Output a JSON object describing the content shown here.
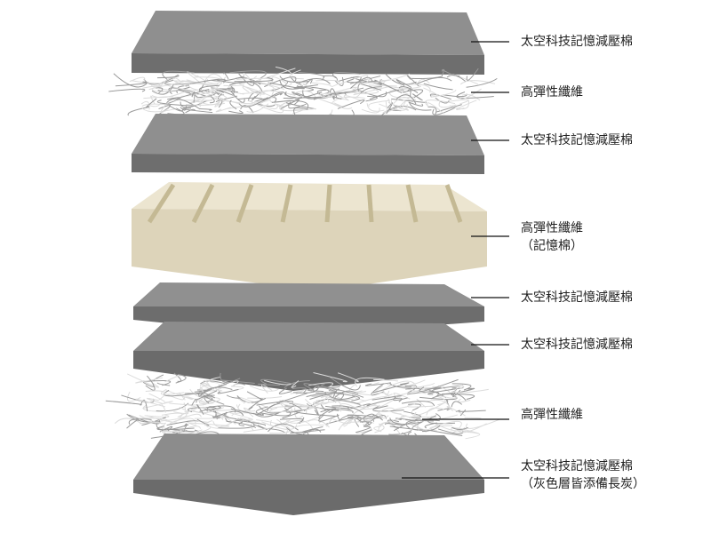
{
  "labels": [
    {
      "line1": "太空科技記憶減壓棉",
      "line2": ""
    },
    {
      "line1": "高彈性纖維",
      "line2": ""
    },
    {
      "line1": "太空科技記憶減壓棉",
      "line2": ""
    },
    {
      "line1": "高彈性纖維",
      "line2": "（記憶棉）"
    },
    {
      "line1": "太空科技記憶減壓棉",
      "line2": ""
    },
    {
      "line1": "太空科技記憶減壓棉",
      "line2": ""
    },
    {
      "line1": "高彈性纖維",
      "line2": ""
    },
    {
      "line1": "太空科技記憶減壓棉",
      "line2": "（灰色層皆添備長炭）"
    }
  ],
  "colors": {
    "slab_top": "#8f8f8f",
    "slab_side": "#6e6e6e",
    "foam_top": "#e8e1cc",
    "foam_side": "#d9d0b6",
    "fiber": "#e6e6e6",
    "leader": "#111111"
  }
}
